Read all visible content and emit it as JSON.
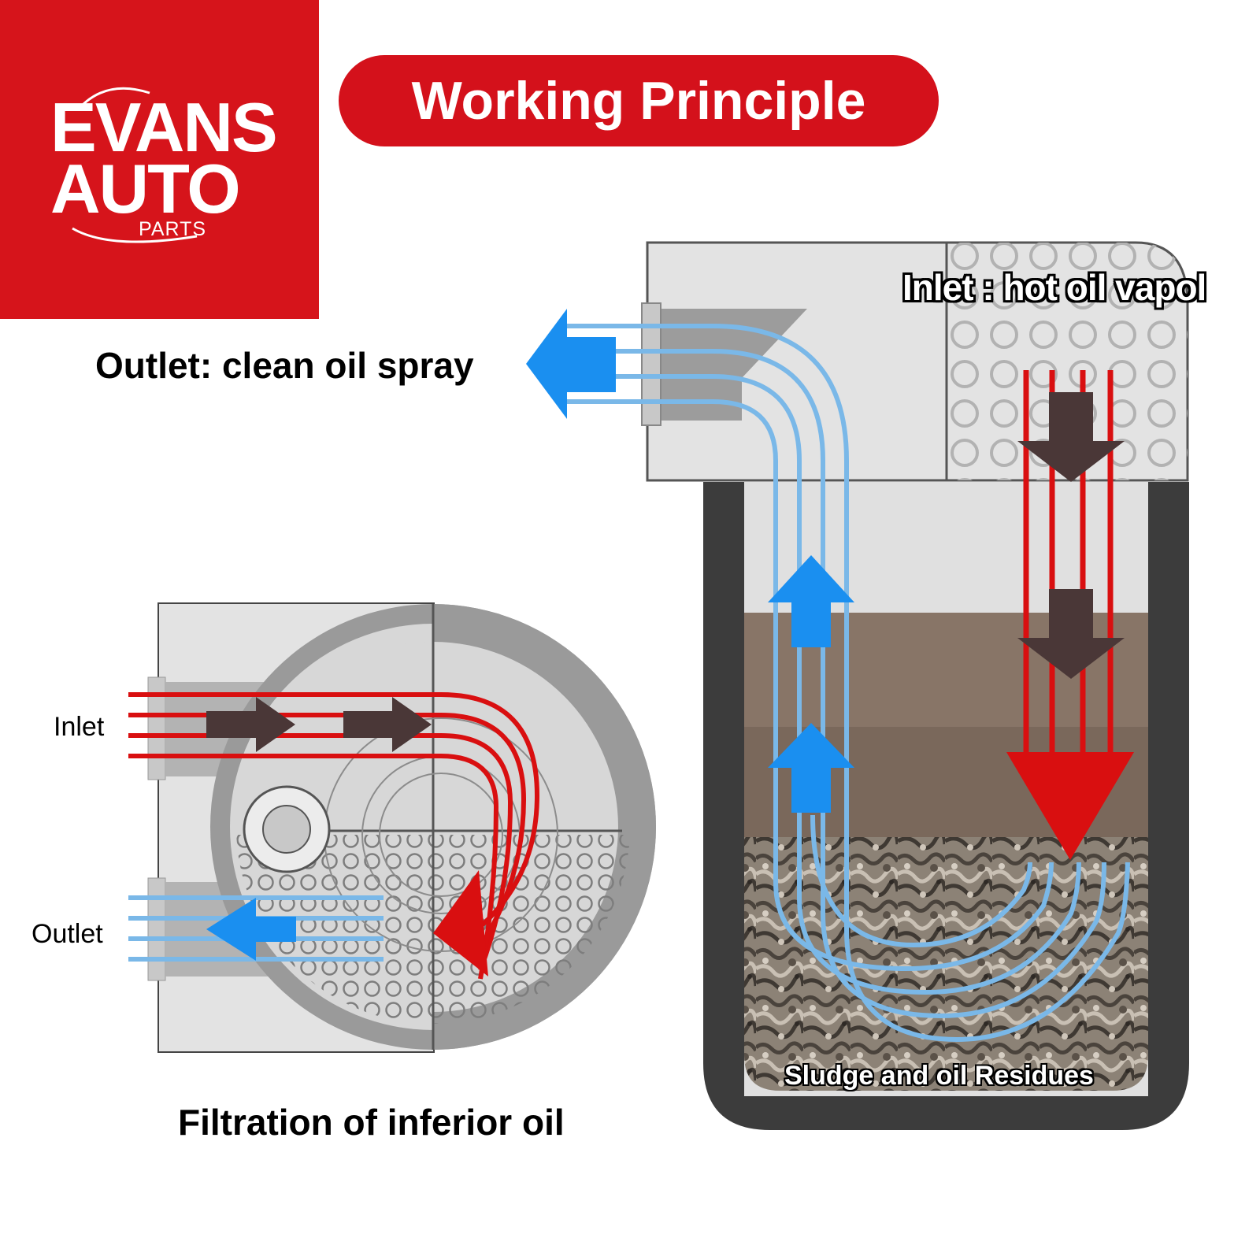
{
  "brand": {
    "line1": "EVANS",
    "line2": "AUTO",
    "line3": "PARTS",
    "color": "#d6141b"
  },
  "title": "Working Principle",
  "labels": {
    "outlet_main": "Outlet: clean oil spray",
    "inlet_main": "Inlet : hot oil vapol",
    "sludge": "Sludge and oil Residues",
    "inlet_small": "Inlet",
    "outlet_small": "Outlet",
    "filtration": "Filtration of inferior oil"
  },
  "colors": {
    "hot_flow": "#d90f10",
    "clean_flow": "#7ab8e8",
    "clean_arrow": "#1a8ff0",
    "dark_arrow": "#4a3737",
    "housing": "#3c3c3c",
    "panel": "#e3e3e3"
  }
}
